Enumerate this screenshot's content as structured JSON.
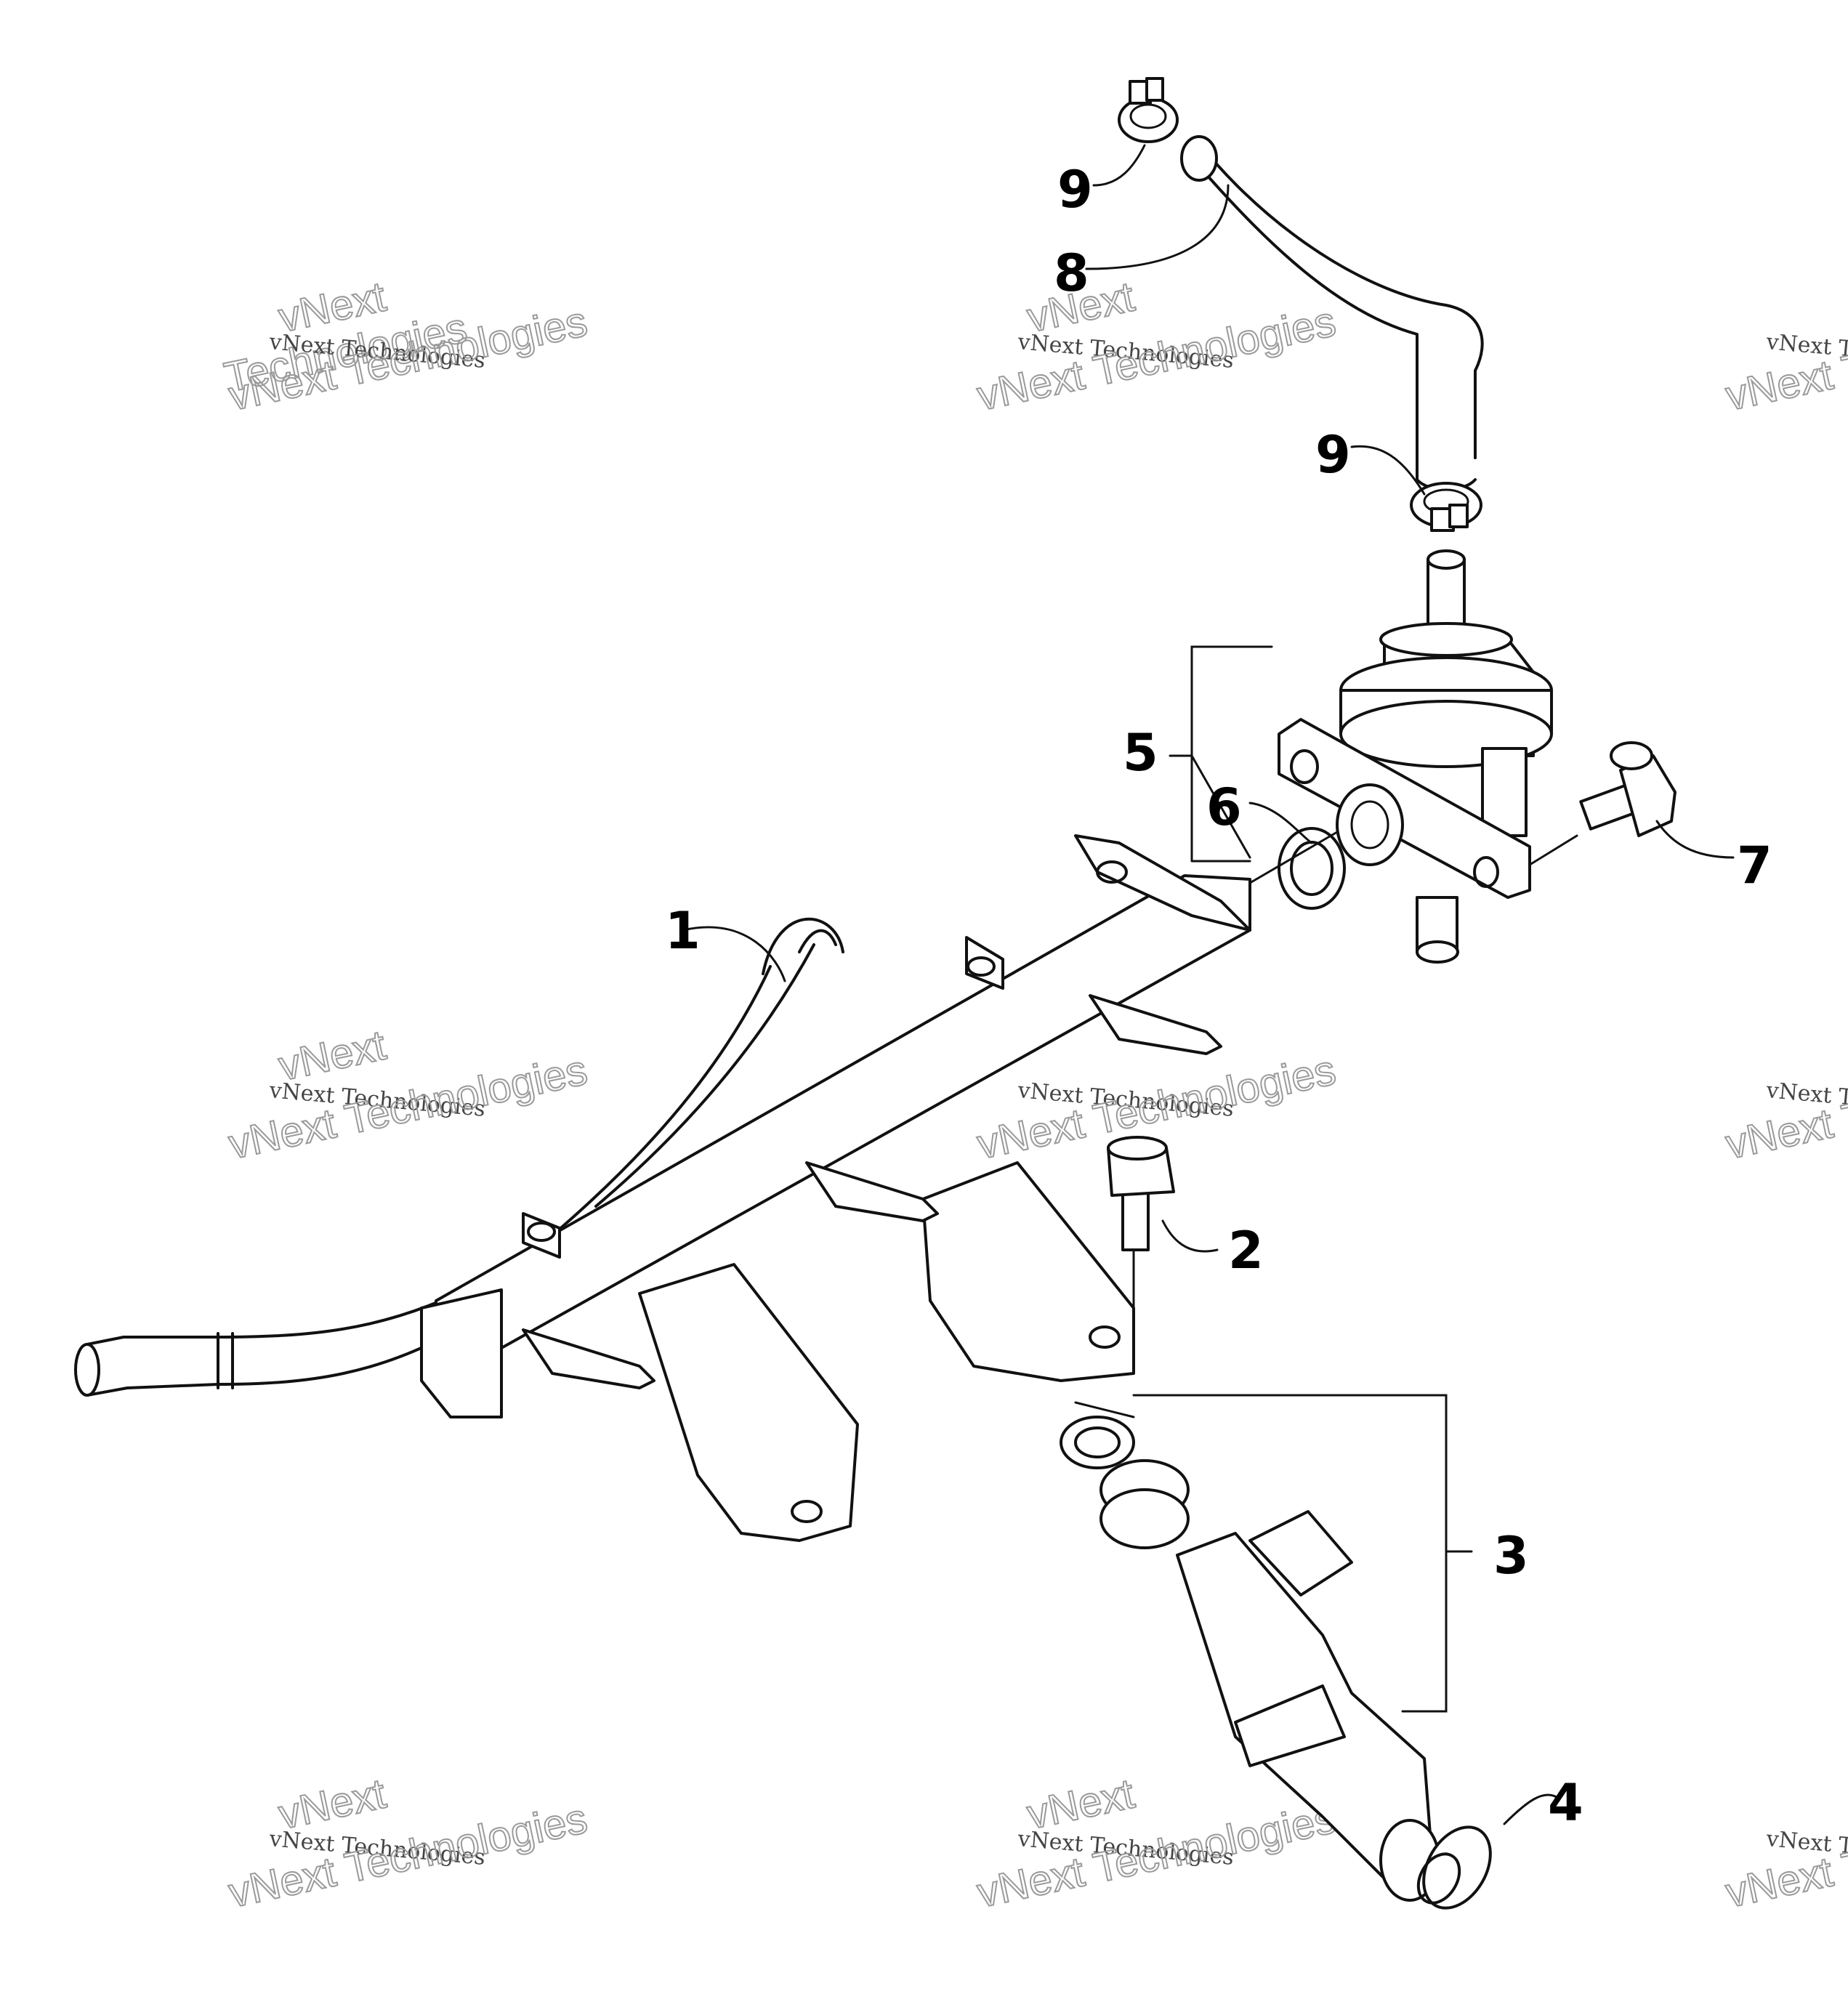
{
  "diagram": {
    "callouts": [
      "1",
      "2",
      "3",
      "4",
      "5",
      "6",
      "7",
      "8",
      "9",
      "9"
    ],
    "watermark": {
      "line_large": "vNext Technologies",
      "line_small": "vNext Technologies",
      "logo_word": "vNext",
      "logo_word_2": "Technologies"
    }
  }
}
